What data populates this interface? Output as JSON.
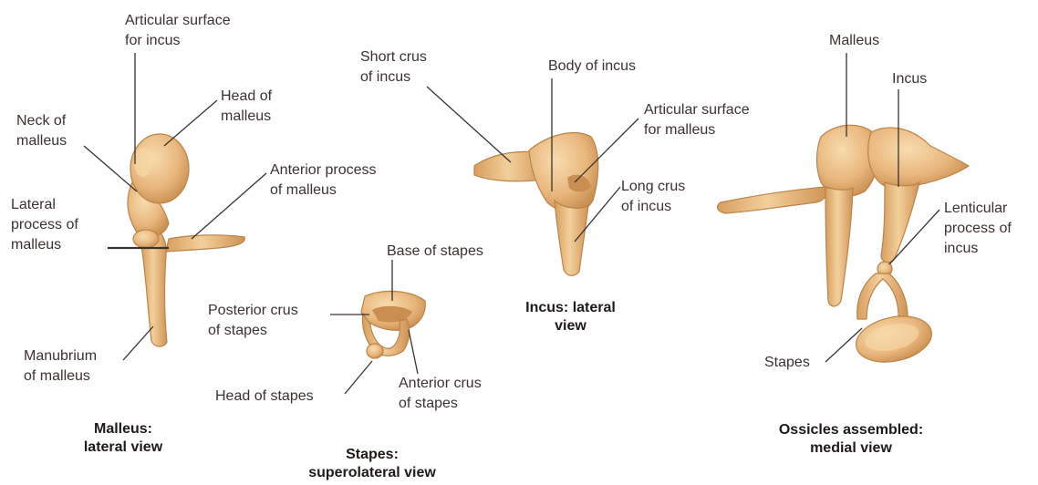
{
  "labels": {
    "articular_surface_for_incus": [
      "Articular surface",
      "for incus"
    ],
    "head_of_malleus": [
      "Head of",
      "malleus"
    ],
    "neck_of_malleus": [
      "Neck of",
      "malleus"
    ],
    "anterior_process_of_malleus": [
      "Anterior process",
      "of malleus"
    ],
    "lateral_process_of_malleus": [
      "Lateral",
      "process of",
      "malleus"
    ],
    "manubrium_of_malleus": [
      "Manubrium",
      "of malleus"
    ],
    "short_crus_of_incus": [
      "Short crus",
      "of incus"
    ],
    "body_of_incus": "Body of incus",
    "articular_surface_for_malleus": [
      "Articular surface",
      "for malleus"
    ],
    "long_crus_of_incus": [
      "Long crus",
      "of incus"
    ],
    "base_of_stapes": "Base of stapes",
    "posterior_crus_of_stapes": [
      "Posterior crus",
      "of stapes"
    ],
    "head_of_stapes": "Head of stapes",
    "anterior_crus_of_stapes": [
      "Anterior crus",
      "of stapes"
    ],
    "malleus": "Malleus",
    "incus": "Incus",
    "lenticular_process_of_incus": [
      "Lenticular",
      "process of",
      "incus"
    ],
    "stapes": "Stapes"
  },
  "captions": {
    "malleus_view": [
      "Malleus:",
      "lateral view"
    ],
    "stapes_view": [
      "Stapes:",
      "superolateral view"
    ],
    "incus_view": [
      "Incus: lateral",
      "view"
    ],
    "assembled_view": [
      "Ossicles assembled:",
      "medial view"
    ]
  },
  "colors": {
    "bone_fill": "#e9b77e",
    "bone_light": "#f7d8a8",
    "bone_shadow": "#c98e50",
    "bone_outline": "#b98447",
    "leader_line": "#3a3230"
  }
}
